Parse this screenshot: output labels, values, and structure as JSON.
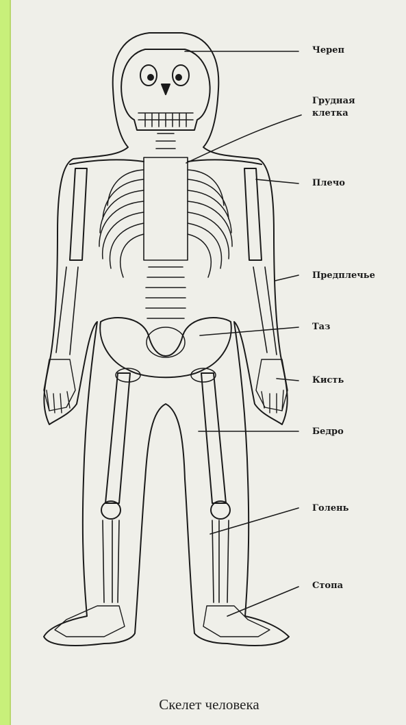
{
  "labels": {
    "skull": "Череп",
    "ribcage_line1": "Грудная",
    "ribcage_line2": "клетка",
    "shoulder": "Плечо",
    "forearm": "Предплечье",
    "pelvis": "Таз",
    "hand": "Кисть",
    "thigh": "Бедро",
    "shin": "Голень",
    "foot": "Стопа"
  },
  "caption": "Скелет человека",
  "colors": {
    "page_border": "#c8f07a",
    "paper": "#efefe9",
    "ink": "#1a1a1a"
  }
}
